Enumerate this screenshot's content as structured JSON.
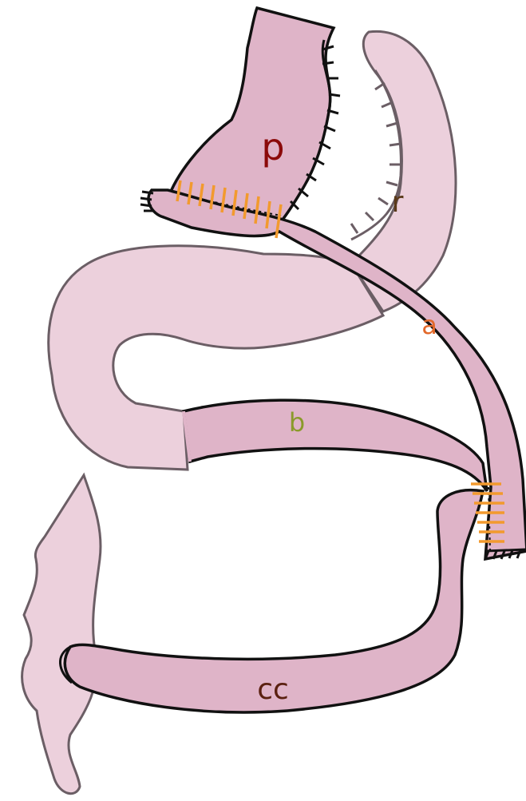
{
  "labels": {
    "p": "p",
    "r": "r",
    "a": "a",
    "b": "b",
    "cc": "cc"
  },
  "colors": {
    "background": "#ffffff",
    "active_segment": "#dfb4c8",
    "bypassed_segment": "#ecd0dc",
    "outline_dark": "#111111",
    "outline_gray": "#6b5e65",
    "staple_orange": "#f29a2e",
    "tick_dark": "#111111",
    "tick_gray": "#6b5e65",
    "label_p": "#8b0a0a",
    "label_r": "#5a3a1a",
    "label_a": "#e2682a",
    "label_b": "#8a9a2a",
    "label_cc": "#5a2010"
  }
}
